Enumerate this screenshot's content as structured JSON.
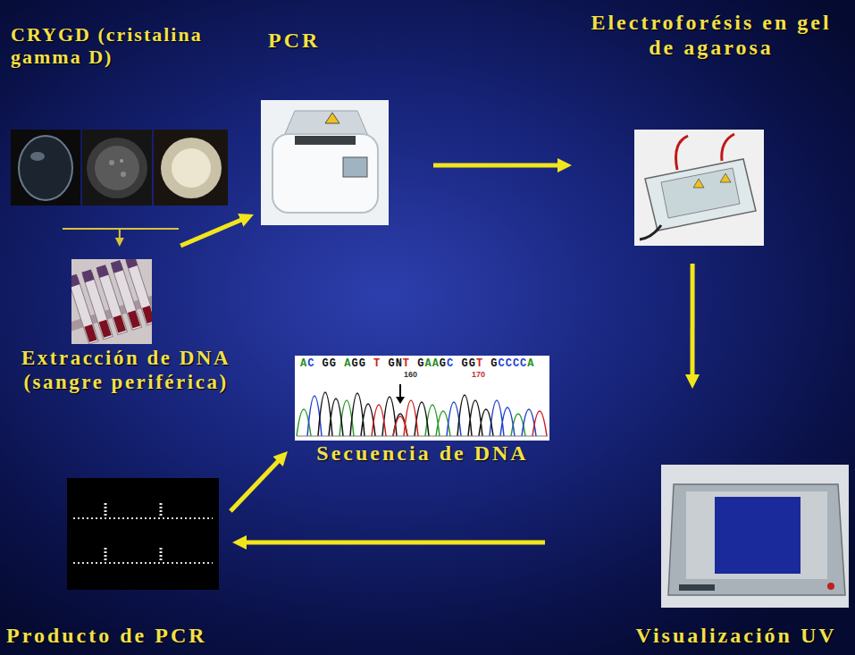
{
  "diagram": {
    "nodes": [
      {
        "text": [
          "CRYGD (cristalina gamma D)"
        ]
      },
      {
        "text": [
          "Extracción de DNA (sangre periférica)"
        ]
      },
      {
        "text": [
          "PCR"
        ]
      },
      {
        "text": [
          "Electroforésis en gel de agarosa"
        ]
      },
      {
        "text": [
          "Visualización UV"
        ]
      },
      {
        "text": [
          "Producto de PCR"
        ]
      },
      {
        "text": [
          "Secuencia de DNA"
        ]
      }
    ],
    "edges": [
      {
        "from": 0,
        "to": 1,
        "arrow": "to"
      },
      {
        "from": 1,
        "to": 2,
        "arrow": "to"
      },
      {
        "from": 2,
        "to": 3,
        "arrow": "to"
      },
      {
        "from": 3,
        "to": 4,
        "arrow": "to"
      },
      {
        "from": 4,
        "to": 5,
        "arrow": "to"
      },
      {
        "from": 5,
        "to": 6,
        "arrow": "to"
      }
    ],
    "labels": [
      "AC GG AGG T GNT GAAGC GGT GCCCCA",
      "160",
      "170"
    ]
  }
}
